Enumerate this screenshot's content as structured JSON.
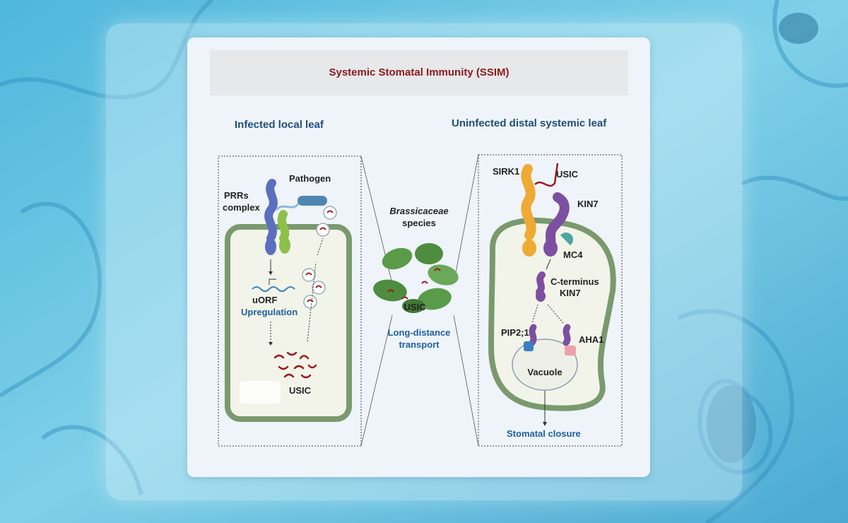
{
  "title": "Systemic Stomatal Immunity (SSIM)",
  "left_panel": {
    "heading": "Infected local leaf",
    "pathogen": "Pathogen",
    "prrs_line1": "PRRs",
    "prrs_line2": "complex",
    "uorf": "uORF",
    "upregulation": "Upregulation",
    "usic": "USIC"
  },
  "center": {
    "species_line1": "Brassicaceae",
    "species_line2": "species",
    "usic": "USIC",
    "transport_line1": "Long-distance",
    "transport_line2": "transport"
  },
  "right_panel": {
    "heading": "Uninfected distal systemic leaf",
    "sirk1": "SIRK1",
    "usic": "USIC",
    "kin7": "KIN7",
    "mc4": "MC4",
    "cterm_line1": "C-terminus",
    "cterm_line2": "KIN7",
    "pip": "PIP2;1",
    "aha1": "AHA1",
    "vacuole": "Vacuole",
    "closure": "Stomatal closure"
  },
  "colors": {
    "title": "#8b1a1a",
    "heading": "#1f4e79",
    "usic_peptide": "#9b1c1c",
    "kin7": "#7c4fa0",
    "sirk1": "#eeaa33",
    "prr_blue": "#5b6fbf",
    "prr_green": "#8cc04a",
    "cell_wall": "#7a9a6e",
    "mc4": "#4aa8a0",
    "aha1": "#f0a0a8",
    "pip": "#3a7fc0"
  }
}
